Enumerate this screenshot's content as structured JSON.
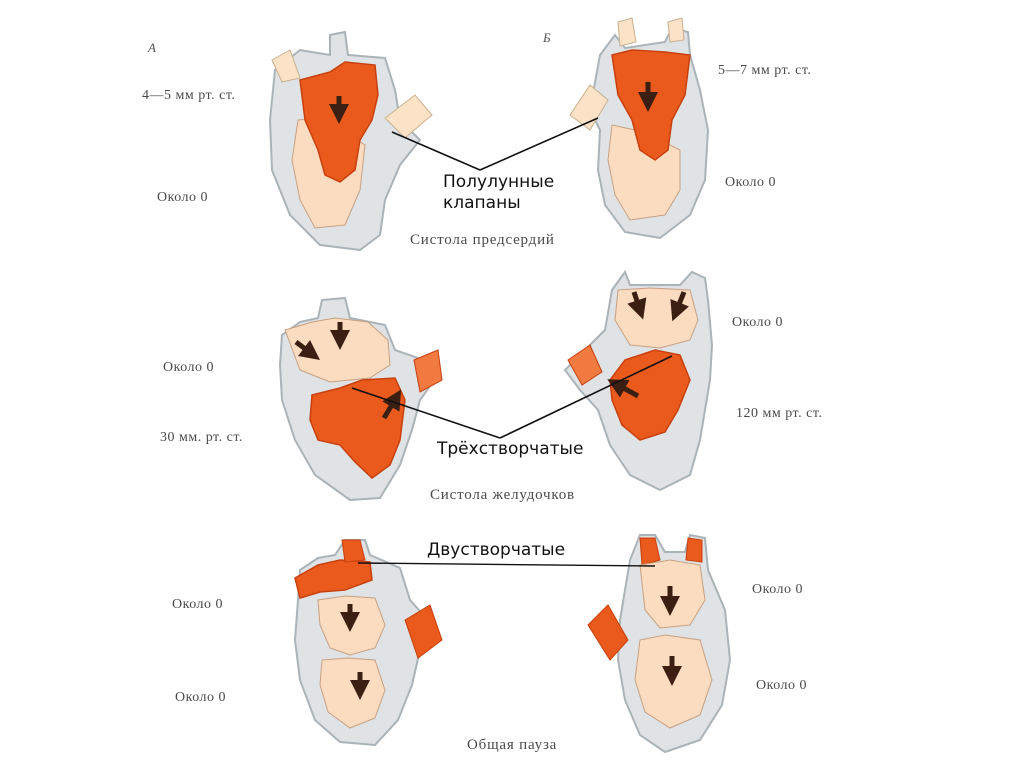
{
  "panels": {
    "a": "А",
    "b": "Б"
  },
  "valve_labels": {
    "semilunar_line1": "Полулунные",
    "semilunar_line2": "клапаны",
    "tricuspid": "Трёхстворчатые",
    "bicuspid": "Двустворчатые"
  },
  "captions": {
    "atrial_systole": "Систола предсердий",
    "ventricular_systole": "Систола желудочков",
    "general_pause": "Общая пауза"
  },
  "pressures": {
    "row1_left": "4—5 мм рт. ст.",
    "row1_left_ventricle": "Около 0",
    "row1_right": "5—7 мм рт. ст.",
    "row1_right_ventricle": "Около 0",
    "row2_left_atrium": "Около 0",
    "row2_left_ventricle": "30 мм. рт. ст.",
    "row2_right_atrium": "Около 0",
    "row2_right_ventricle": "120 мм рт. ст.",
    "row3_left_atrium": "Около 0",
    "row3_left_ventricle": "Около 0",
    "row3_right_atrium": "Около 0",
    "row3_right_ventricle": "Около 0"
  },
  "colors": {
    "wall": "#dfe3e6",
    "wall_edge": "#aab3b8",
    "chamber_light": "#fcdcc0",
    "blood": "#ea5a1c",
    "blood_edge": "#c8400e",
    "arrow": "#3a1f12"
  }
}
